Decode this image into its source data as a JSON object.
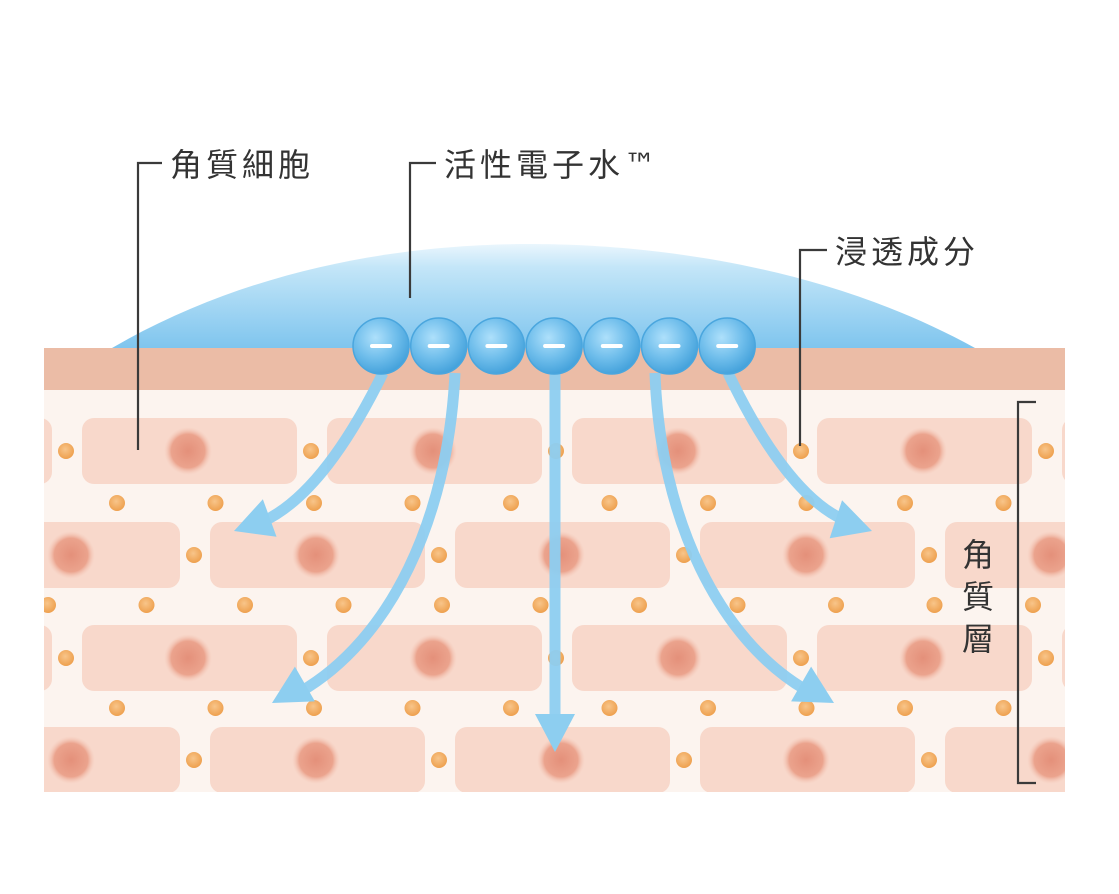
{
  "labels": {
    "corneocyte": "角質細胞",
    "electron_water": "活性電子水™",
    "penetrating_ingredient": "浸透成分",
    "stratum_corneum": [
      "角",
      "質",
      "層"
    ]
  },
  "particles": {
    "count": 7,
    "charge_symbol": "−"
  },
  "colors": {
    "water_dome": "#8ecdf0",
    "water_dome_highlight": "#eaf6fd",
    "skin_top": "#ebbca6",
    "cell_area_bg": "#fcf4ef",
    "cell_fill": "#f8d8cb",
    "cell_nucleus": "#e89a80",
    "dot_fill": "#f2ab5e",
    "arrow": "#8dcef0",
    "sphere": "#5cb2e6",
    "line_text": "#333333"
  },
  "icons": {
    "particle": "negative-charge-sphere-icon",
    "dot": "ingredient-dot-icon",
    "arrow": "penetration-arrow-icon"
  }
}
